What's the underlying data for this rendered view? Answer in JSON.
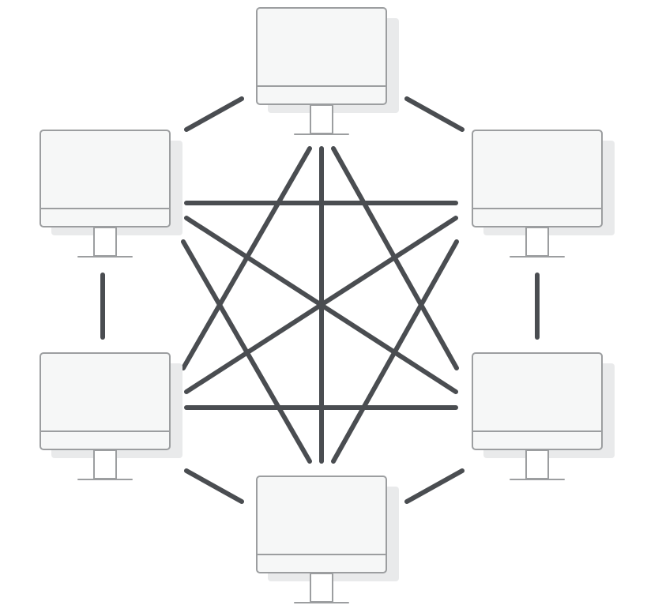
{
  "diagram": {
    "nodes": [
      {
        "id": "top",
        "icon": "desktop-monitor-icon"
      },
      {
        "id": "upper-left",
        "icon": "desktop-monitor-icon"
      },
      {
        "id": "upper-right",
        "icon": "desktop-monitor-icon"
      },
      {
        "id": "lower-left",
        "icon": "desktop-monitor-icon"
      },
      {
        "id": "lower-right",
        "icon": "desktop-monitor-icon"
      },
      {
        "id": "bottom",
        "icon": "desktop-monitor-icon"
      }
    ],
    "links": [
      [
        "top",
        "upper-left"
      ],
      [
        "top",
        "upper-right"
      ],
      [
        "upper-left",
        "lower-left"
      ],
      [
        "upper-right",
        "lower-right"
      ],
      [
        "lower-left",
        "bottom"
      ],
      [
        "lower-right",
        "bottom"
      ],
      [
        "top",
        "lower-left"
      ],
      [
        "top",
        "lower-right"
      ],
      [
        "top",
        "bottom"
      ],
      [
        "upper-left",
        "upper-right"
      ],
      [
        "upper-left",
        "lower-right"
      ],
      [
        "upper-left",
        "bottom"
      ],
      [
        "upper-right",
        "lower-left"
      ],
      [
        "upper-right",
        "bottom"
      ],
      [
        "lower-left",
        "lower-right"
      ]
    ],
    "colors": {
      "link": "#4a4d51",
      "monitor_outline": "#9c9ea0",
      "monitor_fill": "#f6f7f7",
      "background": "#ffffff"
    }
  }
}
